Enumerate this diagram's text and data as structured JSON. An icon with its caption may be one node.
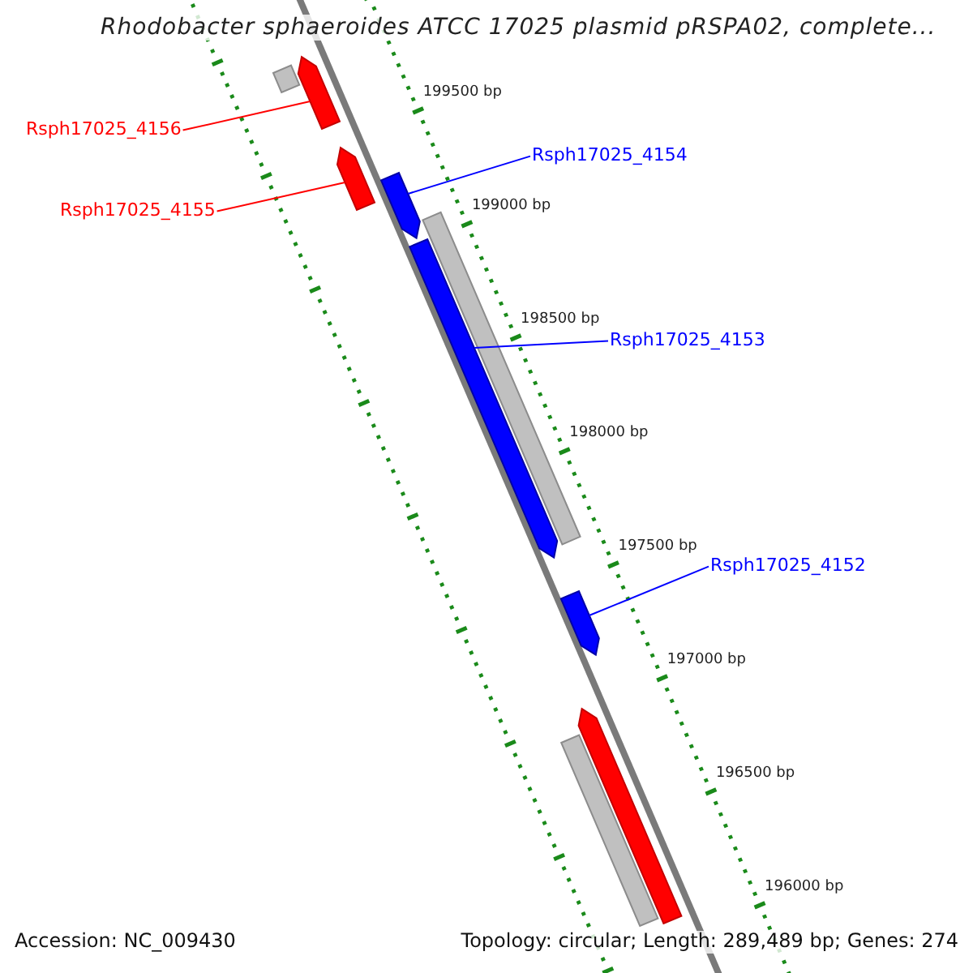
{
  "diagram": {
    "title": "Rhodobacter sphaeroides ATCC 17025 plasmid pRSPA02, complete...",
    "nodes": [
      {
        "text": [
          "Rsph17025_4156"
        ]
      },
      {
        "text": [
          "Rsph17025_4154"
        ]
      },
      {
        "text": [
          "Rsph17025_4155"
        ]
      },
      {
        "text": [
          "Rsph17025_4153"
        ]
      },
      {
        "text": [
          "Rsph17025_4152"
        ]
      },
      {
        "text": [],
        "shape": "bar"
      },
      {
        "text": [],
        "shape": "bar"
      },
      {
        "text": [],
        "shape": "bar"
      },
      {
        "text": [],
        "shape": "bar"
      },
      {
        "text": [],
        "shape": "bar"
      },
      {
        "text": [],
        "shape": "bar"
      },
      {
        "text": [],
        "shape": "bar"
      },
      {
        "text": [],
        "shape": "bar"
      },
      {
        "text": [],
        "shape": "bar"
      }
    ],
    "edges": [
      {
        "from": 0,
        "to": 6,
        "arrow": "none",
        "color": "#ff0000"
      },
      {
        "from": 1,
        "to": 8,
        "arrow": "none"
      },
      {
        "from": 2,
        "to": 7,
        "arrow": "none",
        "color": "#ff0000"
      },
      {
        "from": 3,
        "to": 10,
        "arrow": "none"
      },
      {
        "from": 4,
        "to": 11,
        "arrow": "none"
      }
    ],
    "labels": [
      "199500 bp",
      "199000 bp",
      "198500 bp",
      "198000 bp",
      "197500 bp",
      "197000 bp",
      "196500 bp",
      "196000 bp",
      "Accession: NC_009430",
      "Topology: circular; Length: 289,489 bp; Genes: 274"
    ]
  }
}
